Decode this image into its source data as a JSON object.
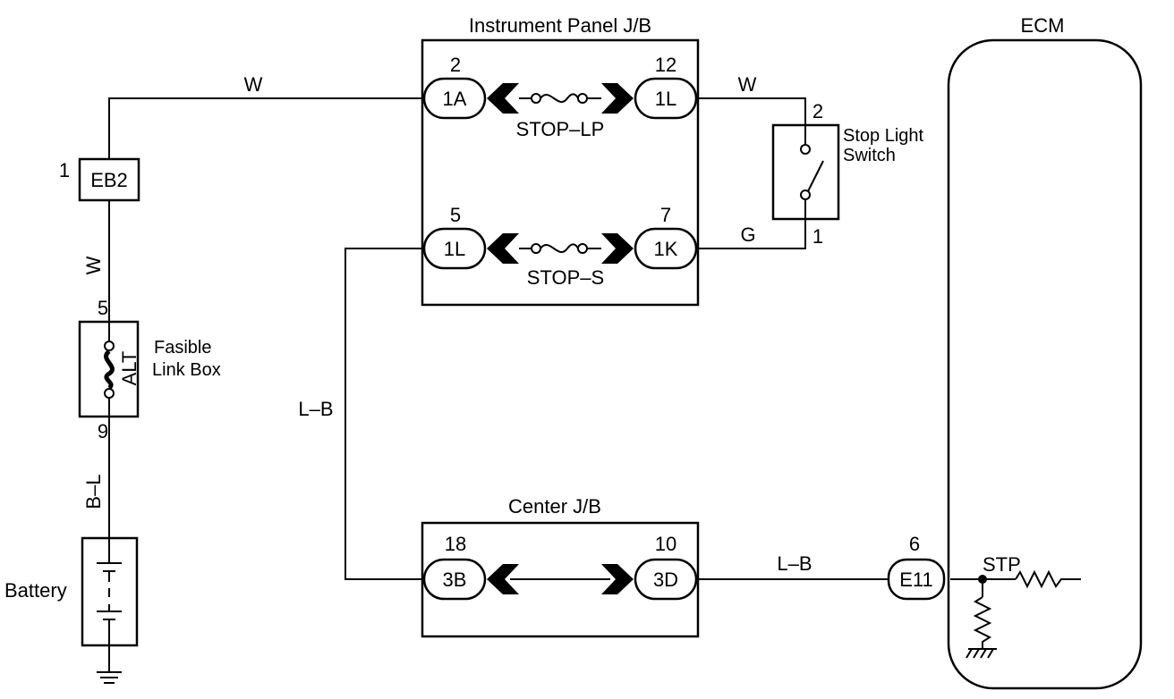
{
  "junction_blocks": {
    "instrument_panel": "Instrument Panel J/B",
    "center": "Center  J/B"
  },
  "ecm": {
    "title": "ECM",
    "terminal_pin": "6",
    "terminal_connector": "E11",
    "signal": "STP"
  },
  "fuses": {
    "stop_lp": "STOP–LP",
    "stop_s": "STOP–S"
  },
  "connectors": {
    "ip_top_left": {
      "pin": "2",
      "name": "1A"
    },
    "ip_top_right": {
      "pin": "12",
      "name": "1L"
    },
    "ip_bottom_left": {
      "pin": "5",
      "name": "1L"
    },
    "ip_bottom_right": {
      "pin": "7",
      "name": "1K"
    },
    "center_left": {
      "pin": "18",
      "name": "3B"
    },
    "center_right": {
      "pin": "10",
      "name": "3D"
    },
    "eb2": {
      "pin": "1",
      "name": "EB2"
    }
  },
  "stop_light_switch": {
    "label_line1": "Stop Light",
    "label_line2": "Switch",
    "pin_top": "2",
    "pin_bottom": "1"
  },
  "fusible_link": {
    "label_line1": "Fasible",
    "label_line2": "Link Box",
    "fuse": "ALT",
    "pin_top": "5",
    "pin_bottom": "9"
  },
  "battery": {
    "label": "Battery"
  },
  "wire_colors": {
    "top_left": "W",
    "top_right": "W",
    "mid_right": "G",
    "vertical_left": "W",
    "lb_vertical": "L–B",
    "lb_bottom": "L–B",
    "bl_vertical": "B–L"
  }
}
